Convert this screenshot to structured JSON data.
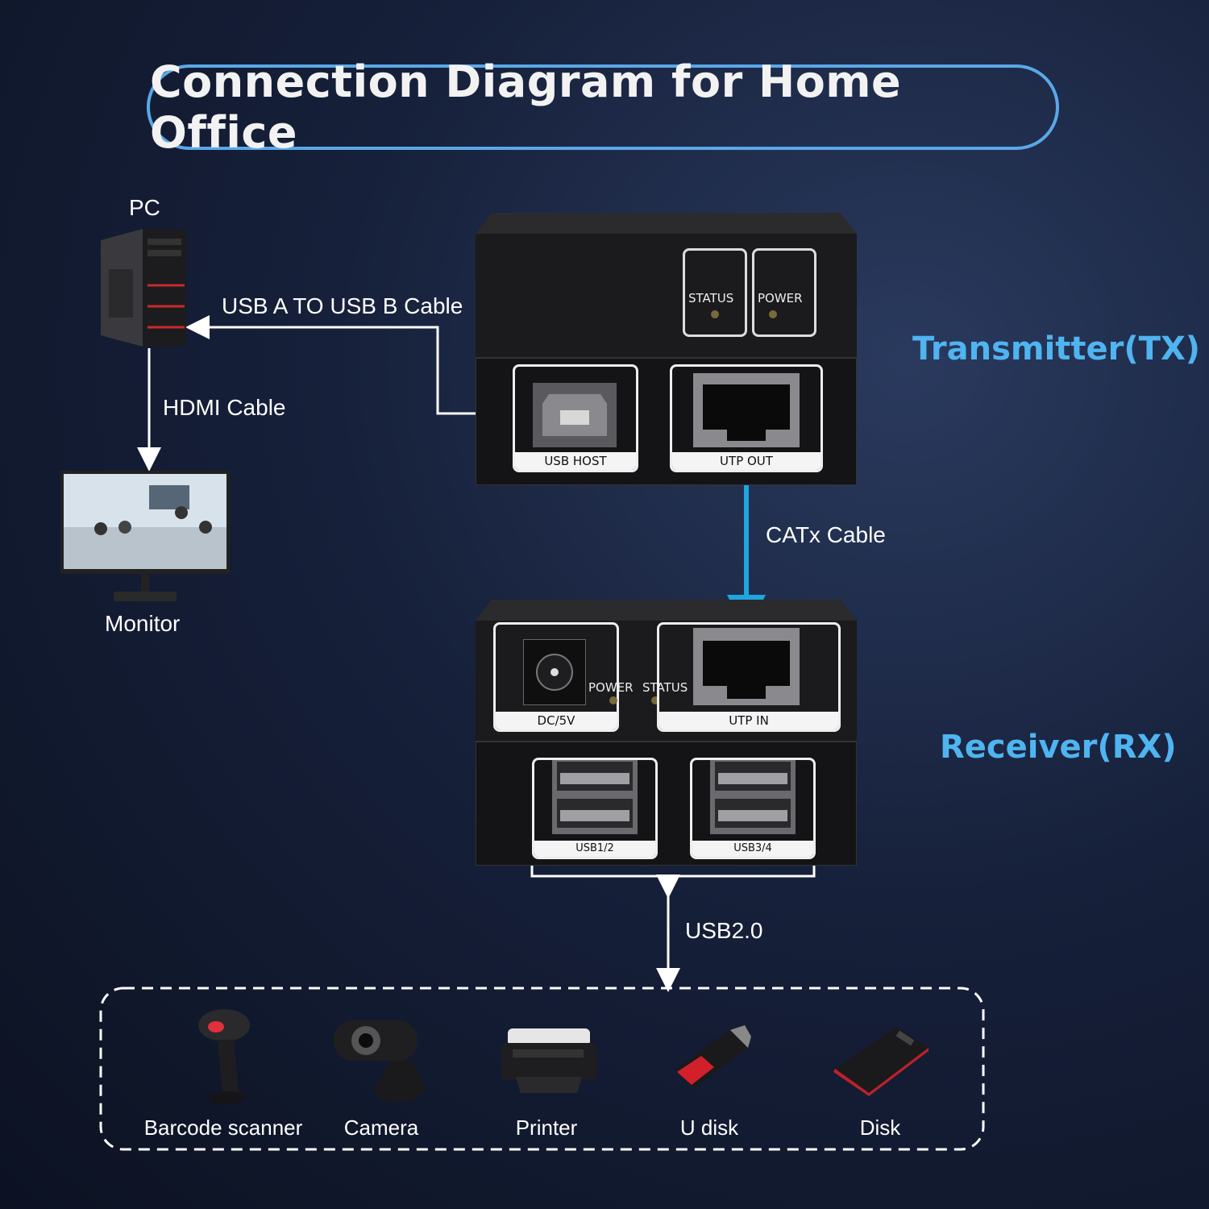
{
  "title": "Connection Diagram for Home Office",
  "pc": {
    "label": "PC"
  },
  "monitor": {
    "label": "Monitor"
  },
  "cables": {
    "usb": "USB A TO USB B Cable",
    "hdmi": "HDMI Cable",
    "catx": "CATx Cable",
    "usb2": "USB2.0"
  },
  "transmitter": {
    "title": "Transmitter(TX)",
    "leds": [
      "STATUS",
      "POWER"
    ],
    "ports": [
      "USB HOST",
      "UTP OUT"
    ]
  },
  "receiver": {
    "title": "Receiver(RX)",
    "leds": [
      "POWER",
      "STATUS"
    ],
    "ports": [
      "DC/5V",
      "UTP IN",
      "USB1/2",
      "USB3/4"
    ]
  },
  "peripherals": [
    {
      "label": "Barcode scanner",
      "icon": "barcode-scanner-icon"
    },
    {
      "label": "Camera",
      "icon": "camera-icon"
    },
    {
      "label": "Printer",
      "icon": "printer-icon"
    },
    {
      "label": "U disk",
      "icon": "usb-drive-icon"
    },
    {
      "label": "Disk",
      "icon": "hard-disk-icon"
    }
  ],
  "colors": {
    "accent": "#4fb4f0",
    "cable": "#1fa6e0",
    "background": "#16203a"
  }
}
